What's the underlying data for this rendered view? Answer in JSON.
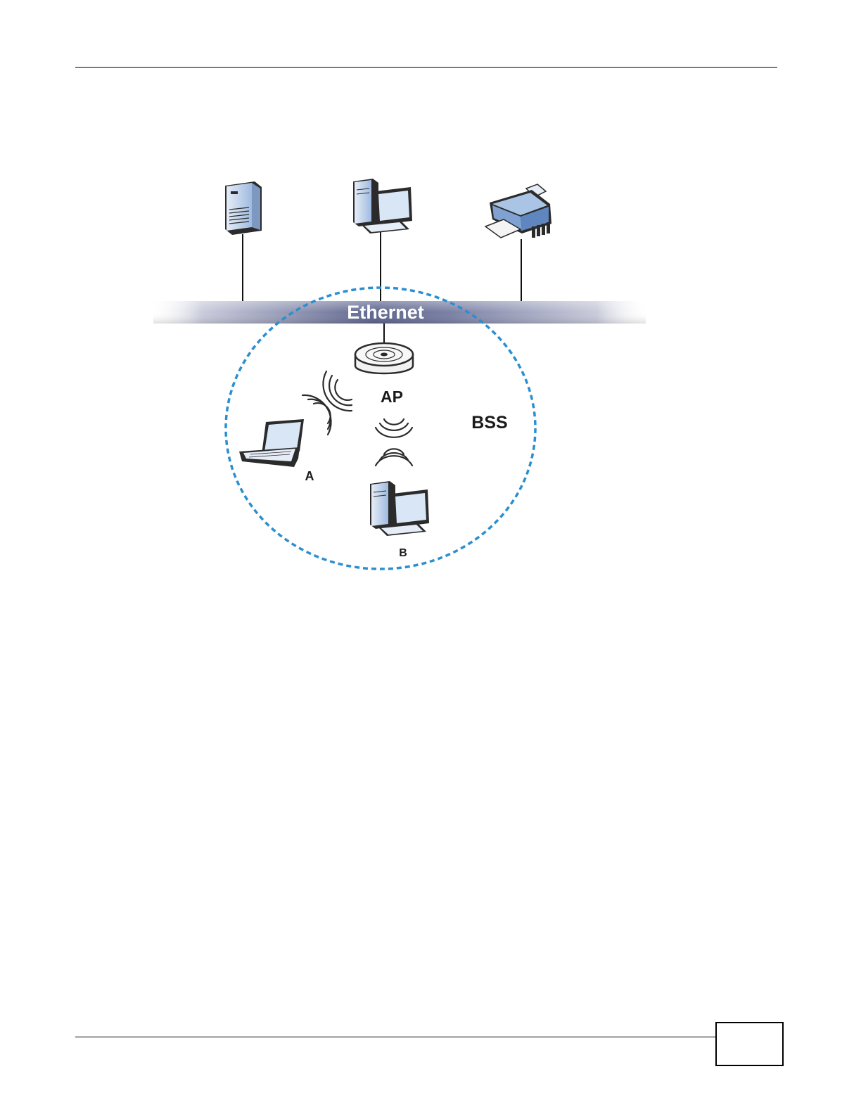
{
  "diagram": {
    "bus_label": "Ethernet",
    "ap_label": "AP",
    "bss_label": "BSS",
    "station_a_label": "A",
    "station_b_label": "B",
    "colors": {
      "bss_border": "#2a8fd0",
      "bus_dark": "#5f668f",
      "device_blue": "#a9c4e4",
      "device_dark": "#2b2b2b"
    }
  },
  "footer": {
    "page_number": ""
  }
}
